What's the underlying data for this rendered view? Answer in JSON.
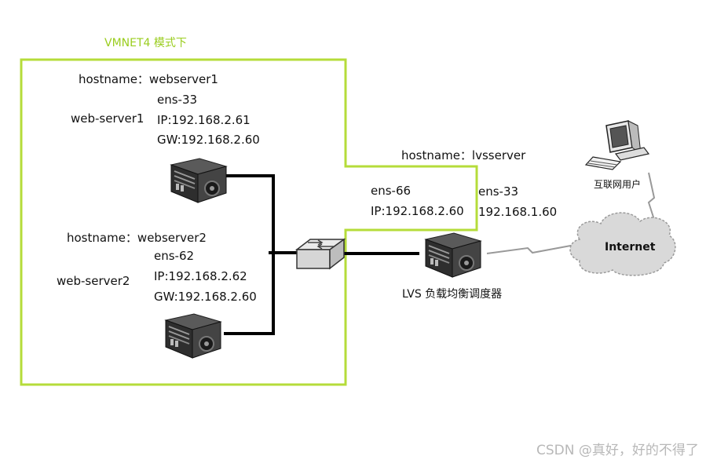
{
  "zone_label": "VMNET4 模式下",
  "web1": {
    "hostname": "hostname：webserver1",
    "name": "web-server1",
    "iface": "ens-33",
    "ip": "IP:192.168.2.61",
    "gw": "GW:192.168.2.60"
  },
  "web2": {
    "hostname": "hostname：webserver2",
    "name": "web-server2",
    "iface": "ens-62",
    "ip": "IP:192.168.2.62",
    "gw": "GW:192.168.2.60"
  },
  "lvs": {
    "hostname": "hostname：lvsserver",
    "inner_iface": "ens-66",
    "inner_ip": "IP:192.168.2.60",
    "outer_iface": "ens-33",
    "outer_ip": "192.168.1.60",
    "caption": "LVS  负载均衡调度器"
  },
  "internet_label": "Internet",
  "user_label": "互联网用户",
  "watermark": "CSDN @真好，好的不得了",
  "colors": {
    "zone_border": "#b5dc3a",
    "link": "#000000",
    "cloud": "#d9d9d9"
  },
  "icons": {
    "server": "server-icon",
    "switch": "switch-icon",
    "cloud": "cloud-icon",
    "pc": "computer-icon"
  }
}
